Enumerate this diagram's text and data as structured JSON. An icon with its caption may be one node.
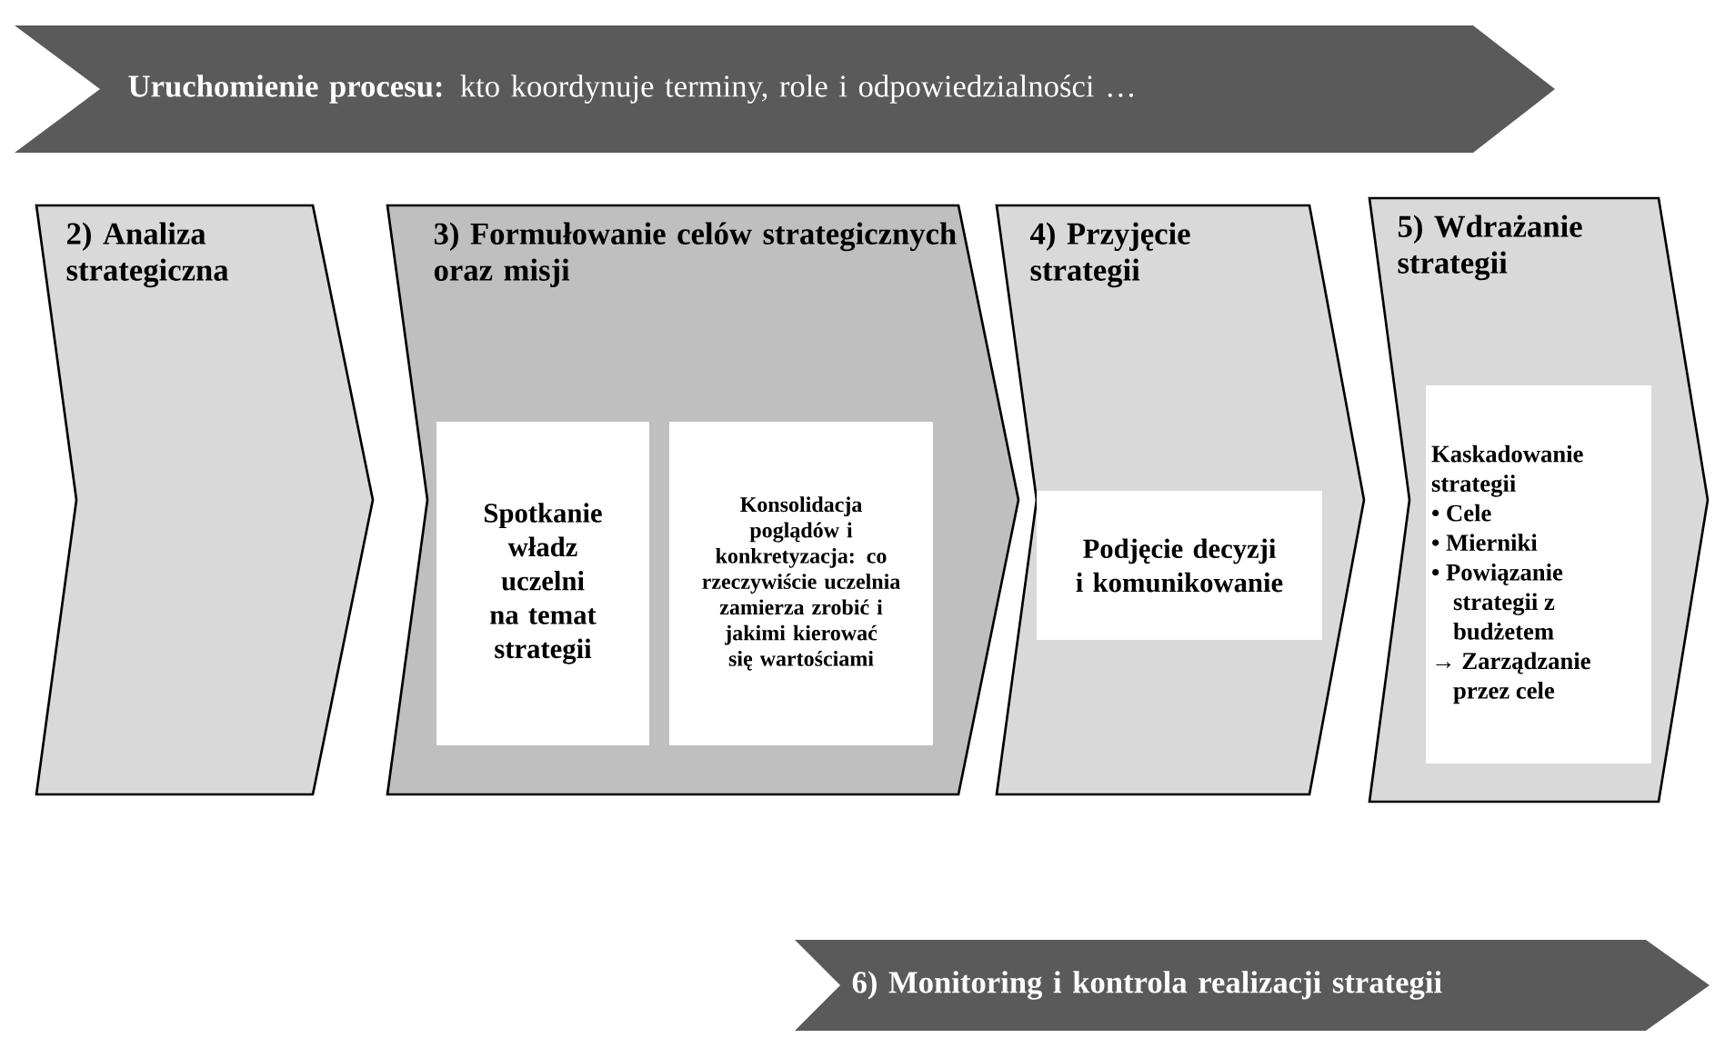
{
  "diagram": {
    "nodes": [
      {
        "text": [
          "**Uruchomienie procesu:** kto koordynuje terminy,  role i odpowiedzialności …"
        ]
      },
      {
        "text": [
          "2) Analiza strategiczna"
        ]
      },
      {
        "text": [
          "3) Formułowanie celów strategicznych oraz misji"
        ]
      },
      {
        "text": [
          "Spotkanie władz uczelni na temat strategii"
        ],
        "in": 2
      },
      {
        "text": [
          "Konsolidacja poglądów i konkretyzacja: co rzeczywiście uczelnia zamierza zrobić i jakimi kierować się wartościami"
        ],
        "in": 2
      },
      {
        "text": [
          "4) Przyjęcie strategii"
        ]
      },
      {
        "text": [
          "Podjęcie decyzji i komunikowanie"
        ],
        "in": 5
      },
      {
        "text": [
          "5) Wdrażanie strategii"
        ]
      },
      {
        "text": [
          "Kaskadowanie strategii",
          "• Cele",
          "• Mierniki",
          "• Powiązanie strategii z budżetem",
          "→ Zarządzanie przez cele"
        ],
        "in": 7
      },
      {
        "text": [
          "6) Monitoring i kontrola realizacji strategii"
        ]
      }
    ]
  }
}
